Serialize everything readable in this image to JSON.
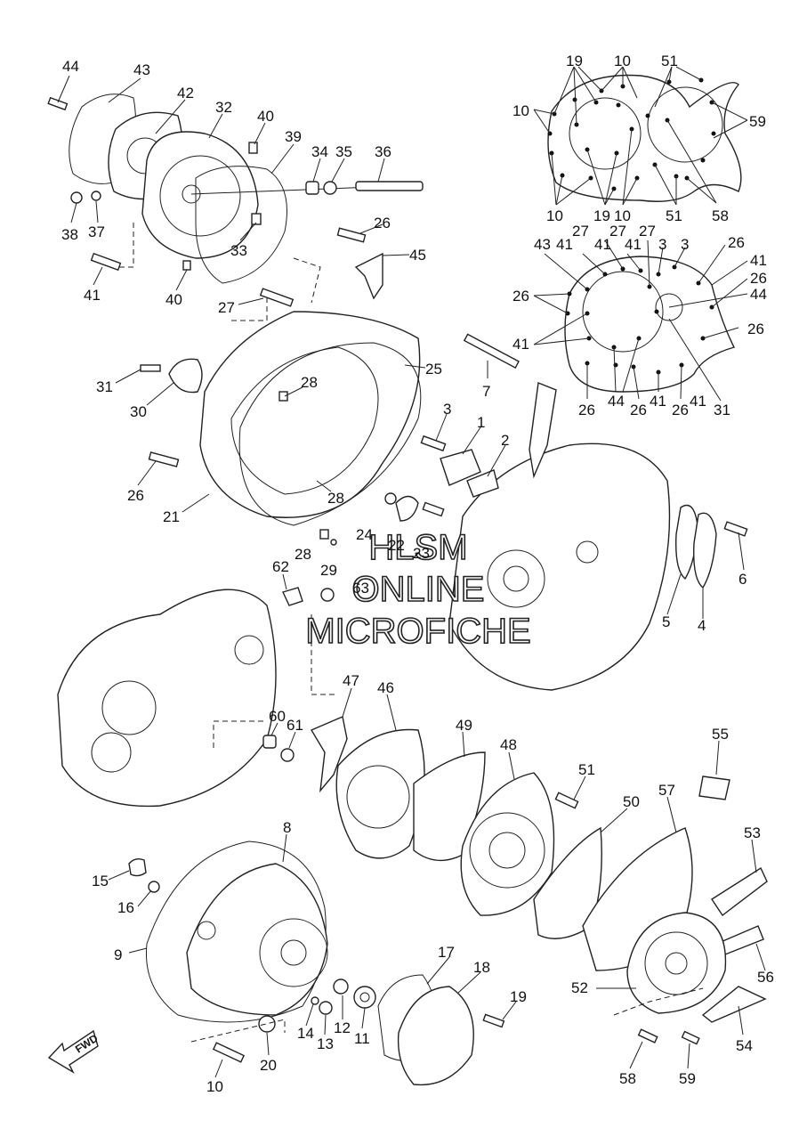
{
  "watermark": [
    "HLSM",
    "ONLINE",
    "MICROFICHE"
  ],
  "fwd_arrow": {
    "label": "FWD"
  },
  "callouts": [
    {
      "id": "c1",
      "text": "44"
    },
    {
      "id": "c2",
      "text": "43"
    },
    {
      "id": "c3",
      "text": "42"
    },
    {
      "id": "c4",
      "text": "32"
    },
    {
      "id": "c5",
      "text": "40"
    },
    {
      "id": "c6",
      "text": "39"
    },
    {
      "id": "c7",
      "text": "34"
    },
    {
      "id": "c8",
      "text": "35"
    },
    {
      "id": "c9",
      "text": "36"
    },
    {
      "id": "c10",
      "text": "38"
    },
    {
      "id": "c11",
      "text": "37"
    },
    {
      "id": "c12",
      "text": "33"
    },
    {
      "id": "c13",
      "text": "26"
    },
    {
      "id": "c14",
      "text": "45"
    },
    {
      "id": "c15",
      "text": "41"
    },
    {
      "id": "c16",
      "text": "40"
    },
    {
      "id": "c17",
      "text": "27"
    },
    {
      "id": "c18",
      "text": "25"
    },
    {
      "id": "c19",
      "text": "7"
    },
    {
      "id": "c20",
      "text": "31"
    },
    {
      "id": "c21",
      "text": "28"
    },
    {
      "id": "c22",
      "text": "30"
    },
    {
      "id": "c23",
      "text": "3"
    },
    {
      "id": "c24",
      "text": "1"
    },
    {
      "id": "c25",
      "text": "2"
    },
    {
      "id": "c26",
      "text": "26"
    },
    {
      "id": "c27",
      "text": "28"
    },
    {
      "id": "c28",
      "text": "21"
    },
    {
      "id": "c29",
      "text": "24"
    },
    {
      "id": "c30",
      "text": "22"
    },
    {
      "id": "c31",
      "text": "23"
    },
    {
      "id": "c32",
      "text": "28"
    },
    {
      "id": "c33",
      "text": "29"
    },
    {
      "id": "c34",
      "text": "6"
    },
    {
      "id": "c35",
      "text": "5"
    },
    {
      "id": "c36",
      "text": "4"
    },
    {
      "id": "c37",
      "text": "62"
    },
    {
      "id": "c38",
      "text": "63"
    },
    {
      "id": "c39",
      "text": "47"
    },
    {
      "id": "c40",
      "text": "46"
    },
    {
      "id": "c41",
      "text": "60"
    },
    {
      "id": "c42",
      "text": "61"
    },
    {
      "id": "c43",
      "text": "49"
    },
    {
      "id": "c44",
      "text": "48"
    },
    {
      "id": "c45",
      "text": "51"
    },
    {
      "id": "c46",
      "text": "55"
    },
    {
      "id": "c47",
      "text": "50"
    },
    {
      "id": "c48",
      "text": "57"
    },
    {
      "id": "c49",
      "text": "53"
    },
    {
      "id": "c50",
      "text": "8"
    },
    {
      "id": "c51",
      "text": "15"
    },
    {
      "id": "c52",
      "text": "16"
    },
    {
      "id": "c53",
      "text": "9"
    },
    {
      "id": "c54",
      "text": "17"
    },
    {
      "id": "c55",
      "text": "18"
    },
    {
      "id": "c56",
      "text": "56"
    },
    {
      "id": "c57",
      "text": "52"
    },
    {
      "id": "c58",
      "text": "19"
    },
    {
      "id": "c59",
      "text": "54"
    },
    {
      "id": "c60",
      "text": "12"
    },
    {
      "id": "c61",
      "text": "14"
    },
    {
      "id": "c62",
      "text": "13"
    },
    {
      "id": "c63",
      "text": "11"
    },
    {
      "id": "c64",
      "text": "20"
    },
    {
      "id": "c65",
      "text": "10"
    },
    {
      "id": "c66",
      "text": "58"
    },
    {
      "id": "c67",
      "text": "59"
    }
  ],
  "detail_a": {
    "labels": [
      {
        "id": "a1",
        "text": "19"
      },
      {
        "id": "a2",
        "text": "10"
      },
      {
        "id": "a3",
        "text": "51"
      },
      {
        "id": "a4",
        "text": "10"
      },
      {
        "id": "a5",
        "text": "59"
      },
      {
        "id": "a6",
        "text": "10"
      },
      {
        "id": "a7",
        "text": "19"
      },
      {
        "id": "a8",
        "text": "10"
      },
      {
        "id": "a9",
        "text": "51"
      },
      {
        "id": "a10",
        "text": "58"
      }
    ]
  },
  "detail_b": {
    "labels": [
      {
        "id": "b1",
        "text": "43"
      },
      {
        "id": "b2",
        "text": "41"
      },
      {
        "id": "b3",
        "text": "27"
      },
      {
        "id": "b4",
        "text": "41"
      },
      {
        "id": "b5",
        "text": "27"
      },
      {
        "id": "b6",
        "text": "41"
      },
      {
        "id": "b7",
        "text": "27"
      },
      {
        "id": "b8",
        "text": "3"
      },
      {
        "id": "b9",
        "text": "3"
      },
      {
        "id": "b10",
        "text": "26"
      },
      {
        "id": "b11",
        "text": "41"
      },
      {
        "id": "b12",
        "text": "26"
      },
      {
        "id": "b13",
        "text": "26"
      },
      {
        "id": "b14",
        "text": "44"
      },
      {
        "id": "b15",
        "text": "26"
      },
      {
        "id": "b16",
        "text": "41"
      },
      {
        "id": "b17",
        "text": "26"
      },
      {
        "id": "b18",
        "text": "44"
      },
      {
        "id": "b19",
        "text": "26"
      },
      {
        "id": "b20",
        "text": "41"
      },
      {
        "id": "b21",
        "text": "26"
      },
      {
        "id": "b22",
        "text": "41"
      },
      {
        "id": "b23",
        "text": "31"
      }
    ]
  }
}
